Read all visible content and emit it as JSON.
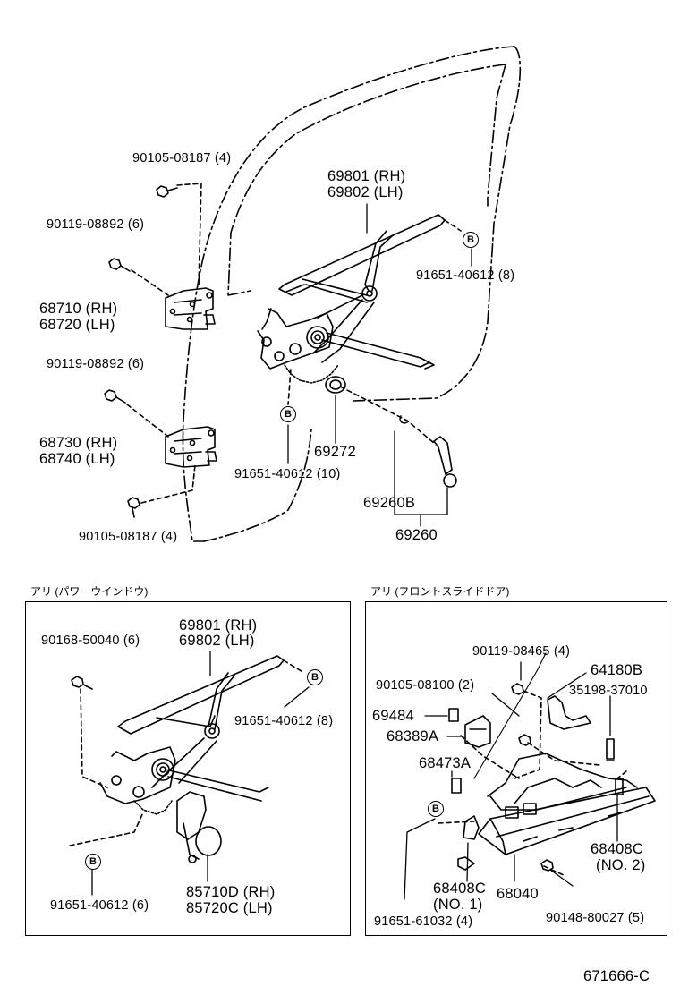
{
  "diagram_id": "671666-C",
  "callout_letter": "B",
  "main": {
    "p1": "90105-08187 (4)",
    "p2": "90119-08892 (6)",
    "p3a": "68710 (RH)",
    "p3b": "68720 (LH)",
    "p4": "90119-08892 (6)",
    "p5a": "68730 (RH)",
    "p5b": "68740 (LH)",
    "p6": "90105-08187 (4)",
    "p7a": "69801 (RH)",
    "p7b": "69802 (LH)",
    "p8": "91651-40612 (8)",
    "p9": "69272",
    "p10": "91651-40612 (10)",
    "p11": "69260B",
    "p12": "69260"
  },
  "left_box": {
    "title": "アリ (パワーウインドウ)",
    "p1": "90168-50040 (6)",
    "p2a": "69801 (RH)",
    "p2b": "69802 (LH)",
    "p3": "91651-40612 (8)",
    "p4": "91651-40612 (6)",
    "p5a": "85710D (RH)",
    "p5b": "85720C (LH)"
  },
  "right_box": {
    "title": "アリ (フロントスライドドア)",
    "p1": "90119-08465 (4)",
    "p2": "64180B",
    "p3": "90105-08100 (2)",
    "p4": "35198-37010",
    "p5": "69484",
    "p6": "68389A",
    "p7": "68473A",
    "p8a": "68408C",
    "p8b": "(NO. 2)",
    "p9a": "68408C",
    "p9b": "(NO. 1)",
    "p10": "68040",
    "p11": "90148-80027 (5)",
    "p12": "91651-61032 (4)"
  }
}
